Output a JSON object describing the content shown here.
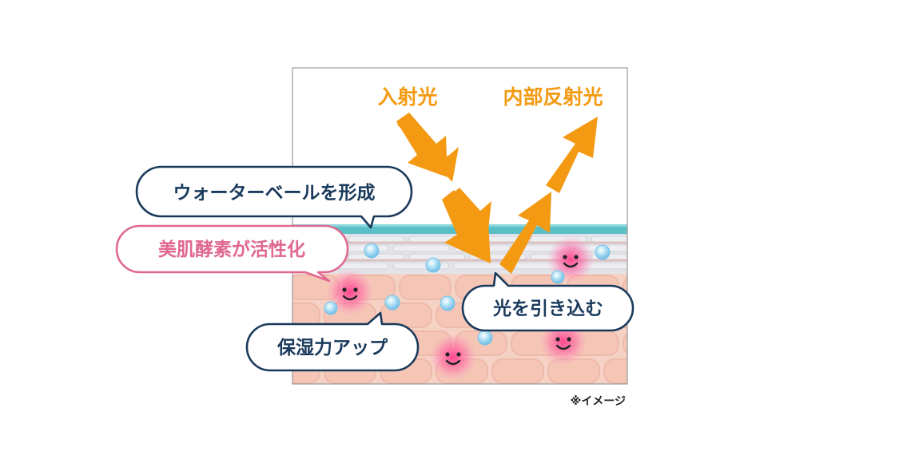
{
  "labels": {
    "incident_light": "入射光",
    "internal_reflected_light": "内部反射光",
    "water_veil": "ウォーターベールを形成",
    "enzyme": "美肌酵素が活性化",
    "moisture": "保湿力アップ",
    "light_in": "光を引き込む",
    "note": "※イメージ"
  },
  "colors": {
    "arrow": "#f39a12",
    "navy": "#1a3a5c",
    "pink": "#e0688f",
    "water": "#5bbfc8",
    "skin": "#f5c9bb",
    "skin_dark": "#eebaa9",
    "droplet": "#8fd0ee"
  },
  "icons": [
    "smiley-face-icon",
    "water-droplet-icon",
    "arrow-icon"
  ]
}
